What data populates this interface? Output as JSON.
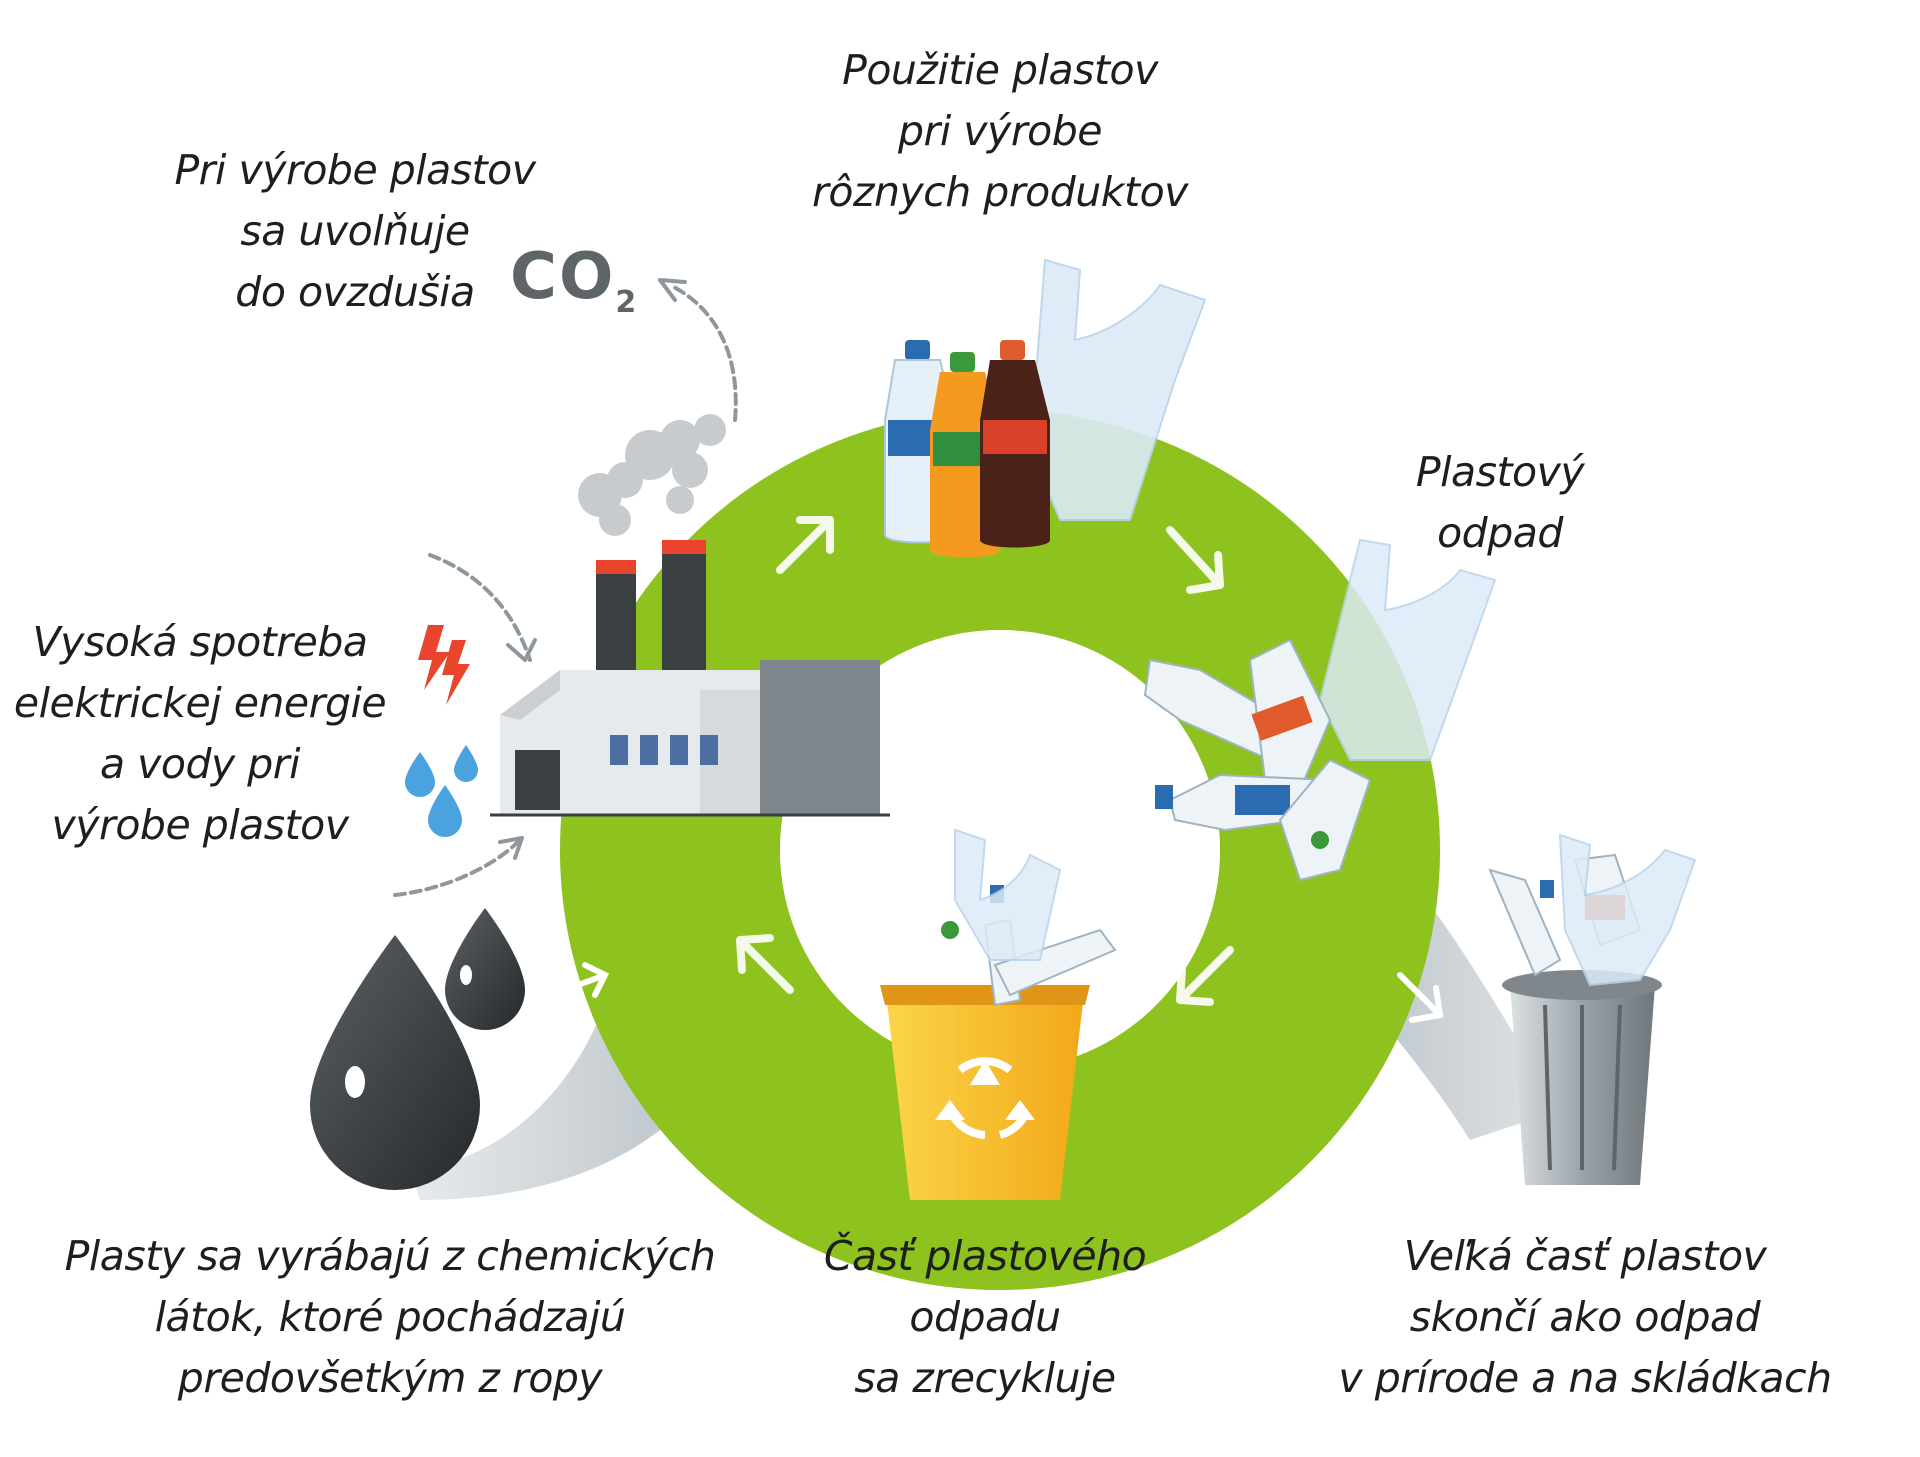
{
  "labels": {
    "co2_release": [
      "Pri výrobe plastov",
      "sa uvolňuje",
      "do ovzdušia"
    ],
    "co2_symbol": {
      "main": "CO",
      "sub": "2"
    },
    "use_in_products": [
      "Použitie plastov",
      "pri výrobe",
      "rôznych produktov"
    ],
    "plastic_waste": [
      "Plastový",
      "odpad"
    ],
    "energy_water": [
      "Vysoká spotreba",
      "elektrickej energie",
      "a vody pri",
      "výrobe plastov"
    ],
    "oil_origin": [
      "Plasty sa vyrábajú z chemických",
      "látok, ktoré pochádzajú",
      "predovšetkým z ropy"
    ],
    "recycled": [
      "Časť plastového",
      "odpadu",
      "sa zrecykluje"
    ],
    "landfill": [
      "Veľká časť plastov",
      "skončí ako odpad",
      "v prírode a na skládkach"
    ]
  },
  "icons": [
    "factory-icon",
    "oil-drop-icon",
    "lightning-icon",
    "water-drop-icon",
    "plastic-bottles-icon",
    "plastic-bag-icon",
    "recycle-bin-icon",
    "trash-can-icon",
    "smoke-icon",
    "cycle-arrow-icon"
  ],
  "colors": {
    "ring": "#8dc21f",
    "ring_arrow": "#ffffff",
    "flow_band": "#b3bcc2",
    "oil": "#3a3f42",
    "bin_yellow": "#f9c21b",
    "bolt": "#e8452c",
    "water": "#4aa3df",
    "text": "#1e1e1e"
  }
}
